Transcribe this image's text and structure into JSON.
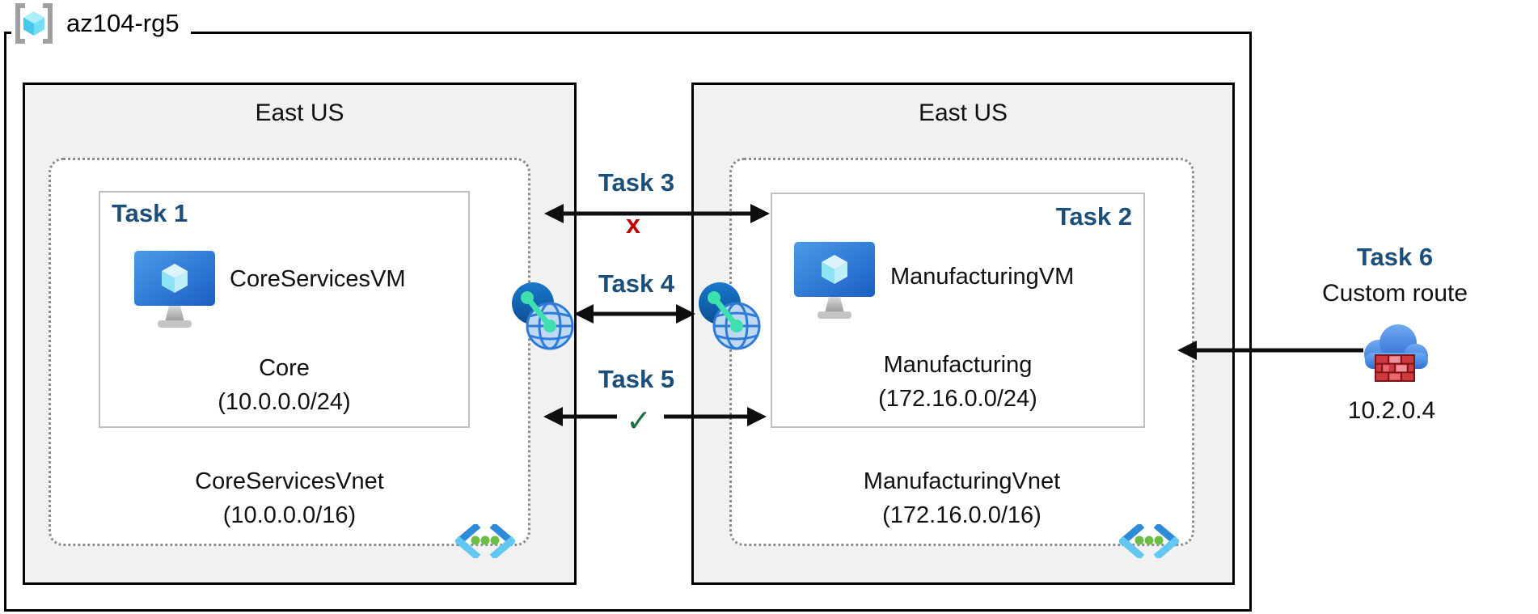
{
  "resource_group": {
    "label": "az104-rg5"
  },
  "regions": {
    "left": {
      "name": "East US",
      "vnet": {
        "name": "CoreServicesVnet",
        "cidr": "(10.0.0.0/16)"
      },
      "subnet": {
        "task": "Task 1",
        "vm": "CoreServicesVM",
        "name": "Core",
        "cidr": "(10.0.0.0/24)"
      }
    },
    "right": {
      "name": "East US",
      "vnet": {
        "name": "ManufacturingVnet",
        "cidr": "(172.16.0.0/16)"
      },
      "subnet": {
        "task": "Task 2",
        "vm": "ManufacturingVM",
        "name": "Manufacturing",
        "cidr": "(172.16.0.0/24)"
      }
    }
  },
  "connections": {
    "task3": {
      "label": "Task 3",
      "marker": "x",
      "marker_meaning": "blocked"
    },
    "task4": {
      "label": "Task 4",
      "marker_meaning": "vnet-peering"
    },
    "task5": {
      "label": "Task 5",
      "marker": "✓",
      "marker_meaning": "allowed"
    },
    "task6": {
      "label": "Task 6",
      "title": "Custom route",
      "ip": "10.2.0.4"
    }
  },
  "icons": {
    "resource_group": "resource-group-icon",
    "vm": "virtual-machine-icon",
    "vnet": "virtual-network-icon",
    "peering": "network-peering-icon",
    "custom_route": "firewall-cloud-icon"
  },
  "colors": {
    "task_label": "#1B4E79",
    "blocked_x": "#C00000",
    "check": "#1E7145",
    "region_fill": "#F1F1F2",
    "region_border": "#000000",
    "subnet_border": "#BFBFBF",
    "dotted_border": "#8C8C8C",
    "arrow": "#0F0F0F",
    "vm_monitor_blue": "#2F7CD8",
    "vnet_icon_blue": "#2E8BD8",
    "vnet_icon_cyan": "#62C8F2",
    "vnet_icon_green": "#6CBE45",
    "peering_mint": "#3FE0AF",
    "cloud_blue": "#4C8FE4",
    "firewall_red": "#CE3A3E"
  }
}
